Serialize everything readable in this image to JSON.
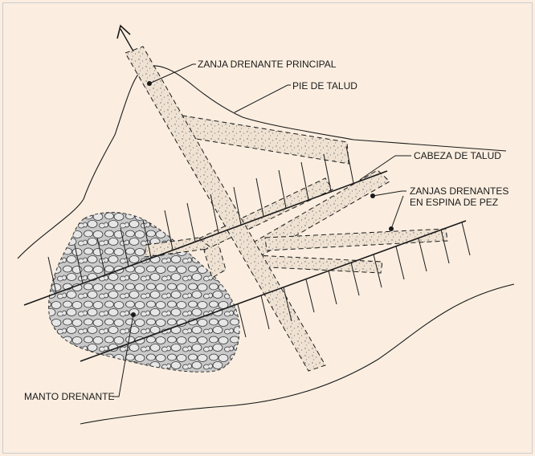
{
  "colors": {
    "background": "#fbeee0",
    "frame": "#cccccc",
    "ink": "#1a1a1a",
    "blanket": "#c9c9c9",
    "stipple": "#efe2d2"
  },
  "labels": {
    "main_trench": "ZANJA DRENANTE PRINCIPAL",
    "slope_toe": "PIE DE TALUD",
    "slope_head": "CABEZA DE TALUD",
    "herringbone_line1": "ZANJAS DRENANTES",
    "herringbone_line2": "EN ESPINA DE PEZ",
    "drainage_blanket": "MANTO DRENANTE"
  },
  "icons": {
    "flow_arrow": "arrow-up-left-icon"
  }
}
